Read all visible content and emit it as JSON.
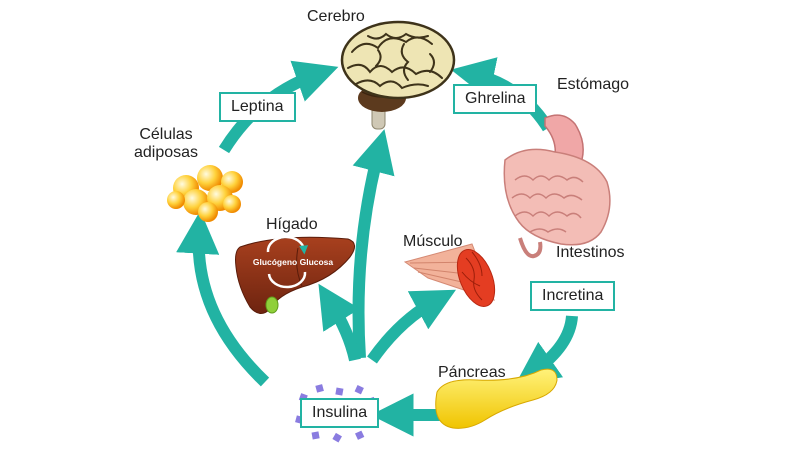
{
  "colors": {
    "arrow": "#22b3a3",
    "box_border": "#22b3a3",
    "text": "#222222"
  },
  "organs": {
    "brain": {
      "label": "Cerebro",
      "icon": "brain-icon"
    },
    "stomach": {
      "label": "Estómago",
      "icon": "stomach-icon"
    },
    "intestines": {
      "label": "Intestinos",
      "icon": "intestines-icon"
    },
    "pancreas": {
      "label": "Páncreas",
      "icon": "pancreas-icon"
    },
    "muscle": {
      "label": "Músculo",
      "icon": "muscle-icon"
    },
    "liver": {
      "label": "Hígado",
      "icon": "liver-icon",
      "cycle_text": "Glucógeno Glucosa"
    },
    "fat_cells": {
      "label_line1": "Células",
      "label_line2": "adiposas",
      "icon": "fat-cells-icon"
    }
  },
  "hormones": {
    "leptin": "Leptina",
    "ghrelin": "Ghrelina",
    "incretin": "Incretina",
    "insulin": "Insulina"
  }
}
